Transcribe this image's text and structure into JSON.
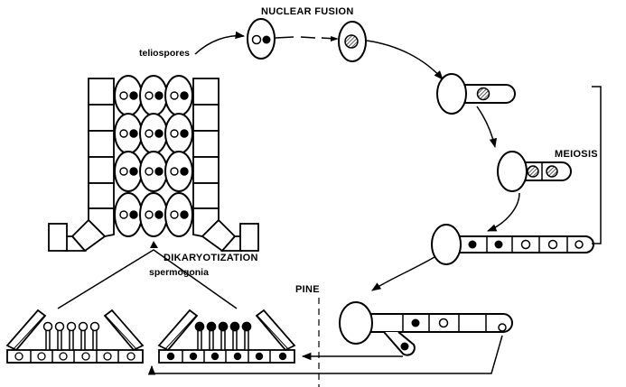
{
  "labels": {
    "nuclear_fusion": "NUCLEAR FUSION",
    "teliospores": "teliospores",
    "meiosis": "MEIOSIS",
    "dikaryotization": "DIKARYOTIZATION",
    "spermogonia": "spermogonia",
    "pine": "PINE"
  },
  "colors": {
    "ink": "#000000",
    "paper": "#ffffff",
    "hatch": "#555555"
  }
}
